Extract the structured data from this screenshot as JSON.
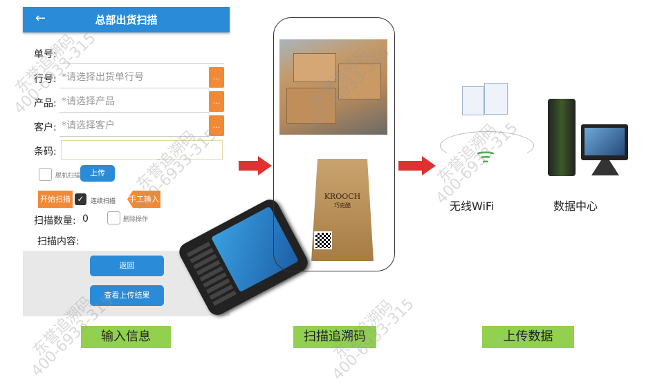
{
  "app": {
    "title": "总部出货扫描",
    "back_icon": "arrow-left-icon"
  },
  "form": {
    "order_label": "单号:",
    "line_label": "行号:",
    "line_placeholder": "*请选择出货单行号",
    "product_label": "产品:",
    "product_placeholder": "*请选择产品",
    "customer_label": "客户:",
    "customer_placeholder": "*请选择客户",
    "barcode_label": "条码:",
    "barcode_value": "",
    "picker_label": "...",
    "offline_scan_label": "脱机扫描",
    "upload_label": "上传",
    "start_scan_label": "开始扫描",
    "continuous_scan_label": "连续扫描",
    "manual_input_label": "手工输入",
    "scan_count_label": "扫描数量:",
    "scan_count_value": "0",
    "delete_op_label": "删除操作",
    "scan_content_label": "扫描内容:",
    "return_label": "返回",
    "view_upload_label": "查看上传结果"
  },
  "diagram": {
    "step1": "输入信息",
    "step2": "扫描追溯码",
    "step3": "上传数据",
    "wifi_label": "无线WiFi",
    "datacenter_label": "数据中心",
    "product_brand": "KROOCH",
    "product_sub": "巧克酷"
  },
  "watermark": "东誉追溯码\n400-6933-315",
  "colors": {
    "blue": "#2a8bd8",
    "orange": "#f08a37",
    "green": "#92d050",
    "arrow": "#e03030"
  }
}
